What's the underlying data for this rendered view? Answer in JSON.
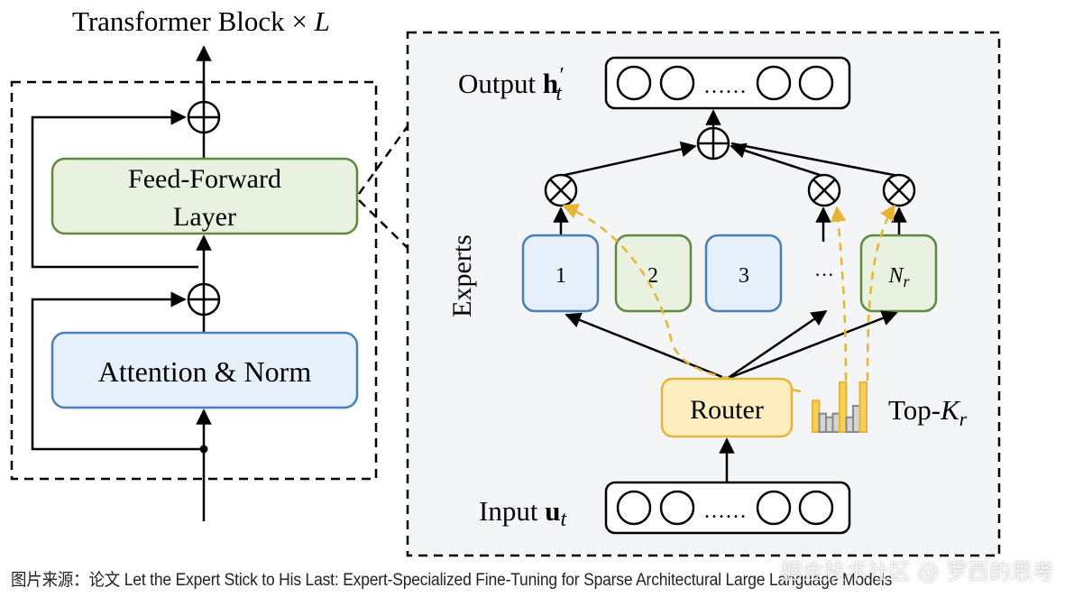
{
  "left_block": {
    "title": "Transformer Block × L",
    "title_prefix": "Transformer Block × ",
    "title_var": "L",
    "ffn_label_line1": "Feed-Forward",
    "ffn_label_line2": "Layer",
    "attn_label": "Attention & Norm"
  },
  "moe": {
    "output_label": "Output ",
    "output_var": "h",
    "output_sub": "t",
    "output_prime": "′",
    "input_label": "Input ",
    "input_var": "u",
    "input_sub": "t",
    "vector_ellipsis": "……",
    "experts_axis_label": "Experts",
    "experts": [
      {
        "label": "1",
        "kind": "shared",
        "color": "blue"
      },
      {
        "label": "2",
        "kind": "routed",
        "color": "green"
      },
      {
        "label": "3",
        "kind": "shared",
        "color": "blue"
      },
      {
        "label": "N",
        "sub": "r",
        "kind": "routed",
        "color": "green"
      }
    ],
    "experts_ellipsis": "···",
    "router_label": "Router",
    "topk_prefix": "Top-",
    "topk_var": "K",
    "topk_sub": "r",
    "router_scores": [
      {
        "value": 0.6,
        "selected": true
      },
      {
        "value": 0.35,
        "selected": false
      },
      {
        "value": 0.28,
        "selected": false
      },
      {
        "value": 0.35,
        "selected": false
      },
      {
        "value": 0.95,
        "selected": true
      },
      {
        "value": 0.28,
        "selected": false
      },
      {
        "value": 0.5,
        "selected": false
      },
      {
        "value": 0.95,
        "selected": true
      }
    ]
  },
  "colors": {
    "blue_fill": "#e6f0fa",
    "blue_stroke": "#4a7fb5",
    "green_fill": "#e9f2e1",
    "green_stroke": "#5d8a3c",
    "router_fill": "#fdedbf",
    "router_stroke": "#e5b53a",
    "gold": "#e8b530",
    "panel_bg": "#f4f5f7"
  },
  "caption": "图片来源：论文 Let the Expert Stick to His Last: Expert-Specialized Fine-Tuning for Sparse Architectural Large Language Models",
  "watermark": "掘金技术社区 @ 罗西的思考"
}
